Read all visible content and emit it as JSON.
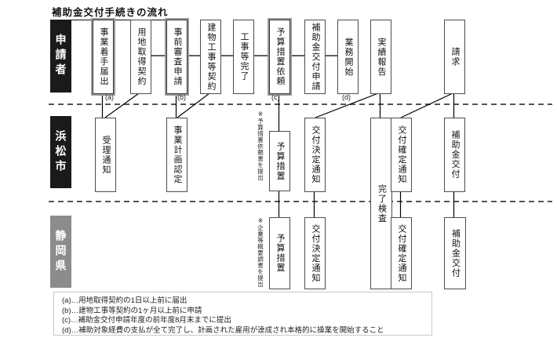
{
  "title": "補助金交付手続きの流れ",
  "lanes": {
    "applicant": {
      "label": "申請者",
      "boxes": [
        {
          "label": "事業着手届出",
          "marker": "(a)"
        },
        {
          "label": "用地取得契約"
        },
        {
          "label": "事前審査申請",
          "marker": "(b)"
        },
        {
          "label": "建物工事等契約"
        },
        {
          "label": "工事等完了"
        },
        {
          "label": "予算措置依頼",
          "marker": "(c)"
        },
        {
          "label": "補助金交付申請"
        },
        {
          "label": "業務開始",
          "marker": "(d)"
        },
        {
          "label": "実績報告"
        },
        {
          "label": "請求"
        }
      ]
    },
    "city": {
      "label": "浜松市",
      "boxes": [
        {
          "label": "受理通知"
        },
        {
          "label": "事業計画認定"
        },
        {
          "label": "予算措置",
          "note": "※予算措置依頼書を提出"
        },
        {
          "label": "交付決定通知"
        },
        {
          "label": "完了検査"
        },
        {
          "label": "交付確定通知"
        },
        {
          "label": "補助金交付"
        }
      ]
    },
    "prefecture": {
      "label": "静岡県",
      "boxes": [
        {
          "label": "予算措置",
          "note": "※企業等概要調書を提出"
        },
        {
          "label": "交付決定通知"
        },
        {
          "label": "交付確定通知"
        },
        {
          "label": "補助金交付"
        }
      ]
    }
  },
  "footnotes": [
    "(a)…用地取得契約の1日以上前に届出",
    "(b)…建物工事等契約の1ヶ月以上前に申請",
    "(c)…補助金交付申請年度の前年度8月末までに提出",
    "(d)…補助対象経費の支払が全て完了し、計画された雇用が達成され本格的に操業を開始すること"
  ]
}
